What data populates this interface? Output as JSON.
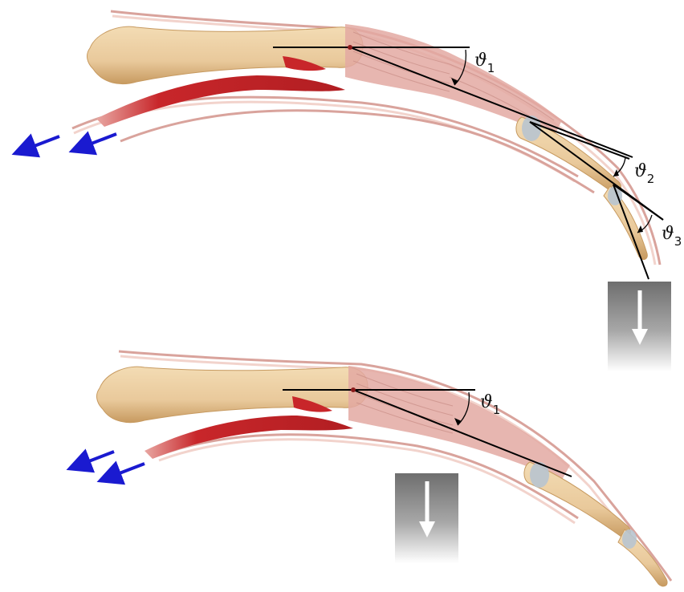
{
  "figure": {
    "panels": [
      {
        "id": "top",
        "angle_labels": [
          {
            "symbol": "ϑ",
            "subscript": "1"
          },
          {
            "symbol": "ϑ",
            "subscript": "2"
          },
          {
            "symbol": "ϑ",
            "subscript": "3"
          }
        ],
        "load_arrow": "downward-load-arrow",
        "tendon_pull_arrows": 2
      },
      {
        "id": "bottom",
        "angle_labels": [
          {
            "symbol": "ϑ",
            "subscript": "1"
          }
        ],
        "load_arrow": "downward-load-arrow",
        "tendon_pull_arrows": 2
      }
    ]
  },
  "colors": {
    "bone": "#e9c99b",
    "bone_shadow": "#c79a60",
    "muscle": "#c8262a",
    "tendon": "#d9a39c",
    "tendon_light": "#f2d3cc",
    "capsule": "#e3a9a2",
    "joint": "#b8c4cf",
    "pull_arrow": "#1a1ad0",
    "line": "#000000",
    "load_box_top": "#6e6e6e",
    "load_box_bottom": "#ffffff"
  }
}
